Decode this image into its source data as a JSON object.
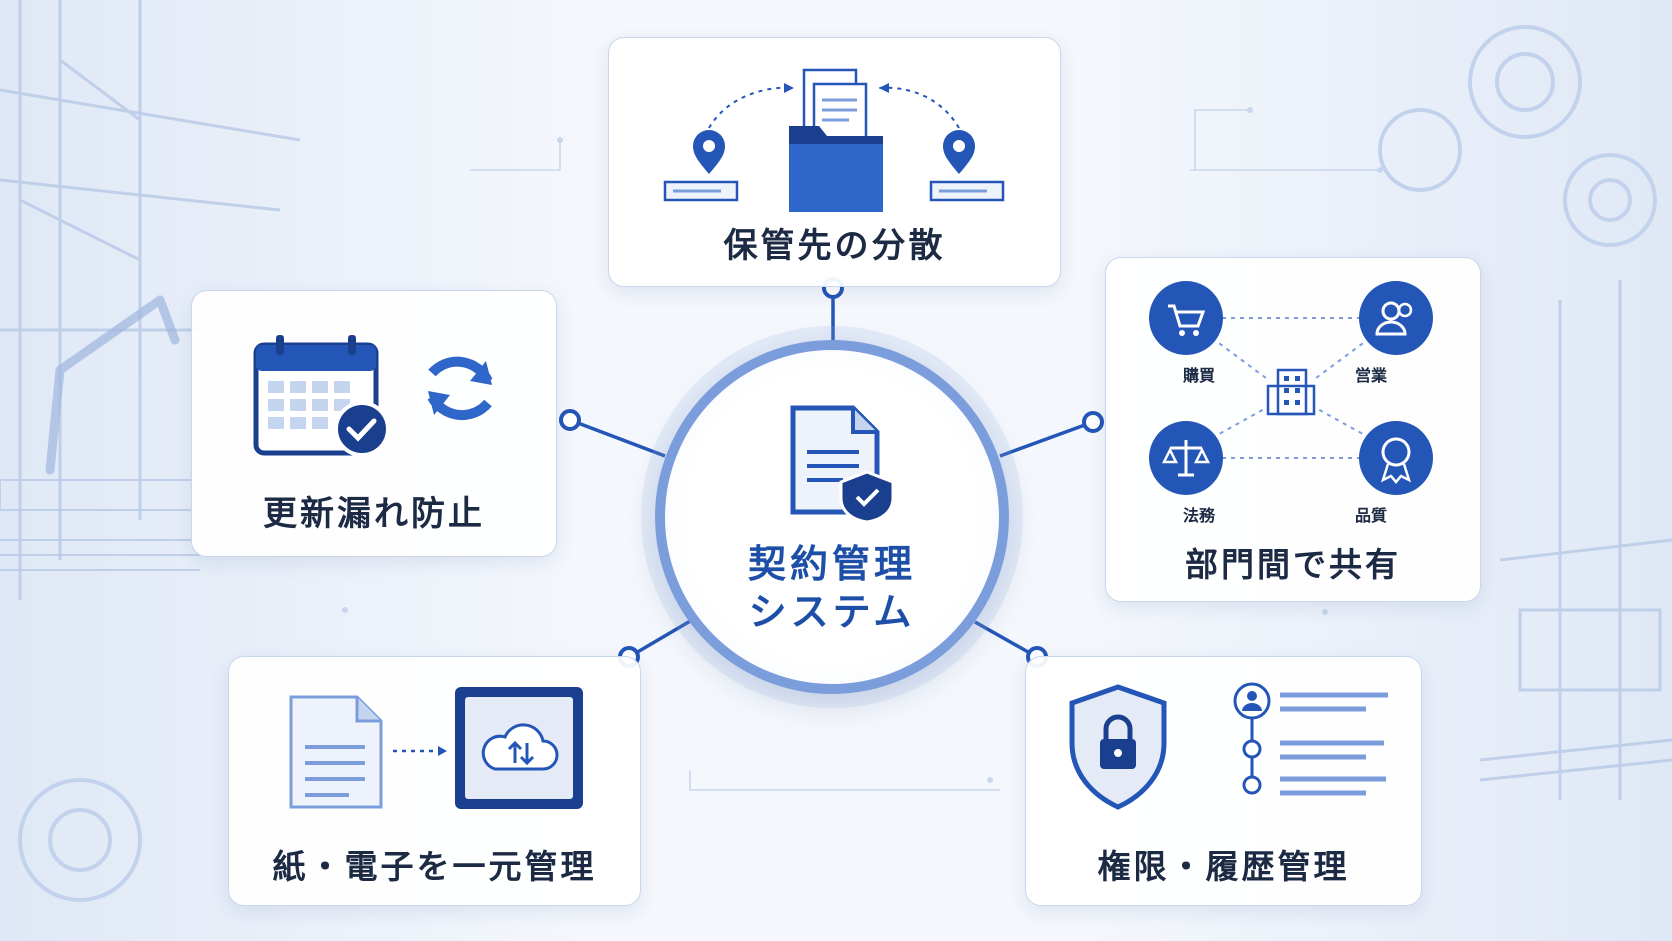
{
  "center": {
    "title_line1": "契約管理",
    "title_line2": "システム"
  },
  "cards": {
    "top": {
      "label": "保管先の分散"
    },
    "left": {
      "label": "更新漏れ防止"
    },
    "right": {
      "label": "部門間で共有",
      "departments": [
        "購買",
        "営業",
        "法務",
        "品質"
      ]
    },
    "bottom_left": {
      "label": "紙・電子を一元管理"
    },
    "bottom_right": {
      "label": "権限・履歴管理"
    }
  },
  "colors": {
    "primary": "#2456b8",
    "primary_dark": "#1a3f8f",
    "accent_light": "#7c9ddc",
    "card_border": "#c9d6ec",
    "text": "#1d2a44"
  },
  "icons": {
    "top": [
      "folder-documents-icon",
      "location-pin-icon"
    ],
    "left": [
      "calendar-check-icon",
      "refresh-icon"
    ],
    "right": [
      "cart-icon",
      "users-icon",
      "scales-icon",
      "award-icon",
      "building-icon"
    ],
    "bottom_left": [
      "paper-document-icon",
      "cloud-sync-icon"
    ],
    "bottom_right": [
      "shield-lock-icon",
      "user-history-icon"
    ],
    "center": [
      "document-shield-icon"
    ]
  }
}
